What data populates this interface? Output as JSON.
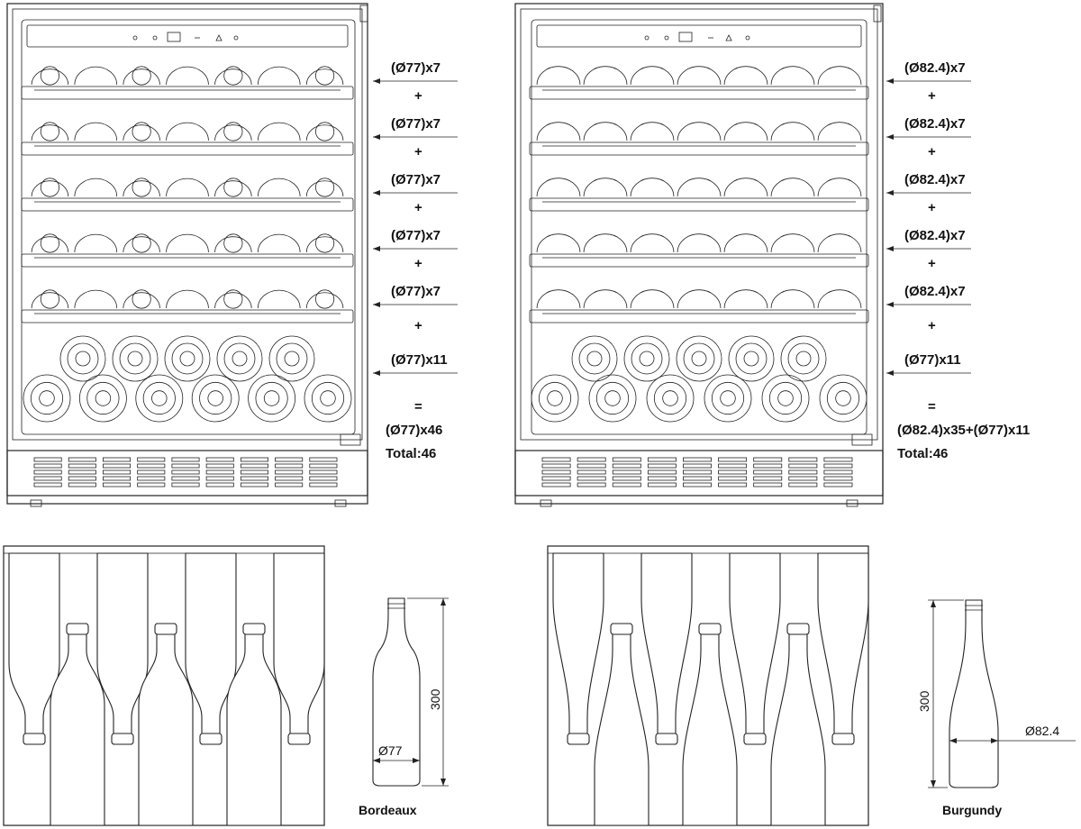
{
  "left_config": {
    "shelf_labels": [
      "(Ø77)x7",
      "(Ø77)x7",
      "(Ø77)x7",
      "(Ø77)x7",
      "(Ø77)x7",
      "(Ø77)x11"
    ],
    "plus_sign": "+",
    "equals_sign": "=",
    "result": "(Ø77)x46",
    "total": "Total:46"
  },
  "right_config": {
    "shelf_labels": [
      "(Ø82.4)x7",
      "(Ø82.4)x7",
      "(Ø82.4)x7",
      "(Ø82.4)x7",
      "(Ø82.4)x7",
      "(Ø77)x11"
    ],
    "plus_sign": "+",
    "equals_sign": "=",
    "result": "(Ø82.4)x35+(Ø77)x11",
    "total": "Total:46"
  },
  "bordeaux": {
    "name": "Bordeaux",
    "height_label": "300",
    "diameter_label": "Ø77"
  },
  "burgundy": {
    "name": "Burgundy",
    "height_label": "300",
    "diameter_label": "Ø82.4"
  }
}
